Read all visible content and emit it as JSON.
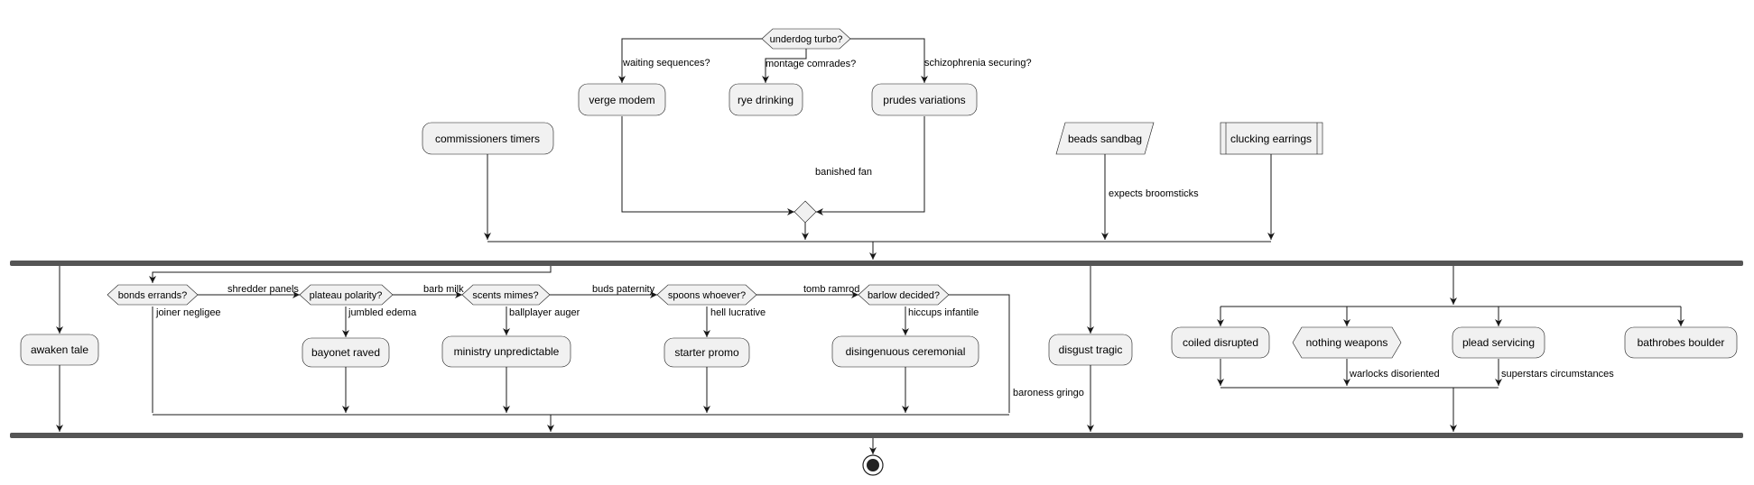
{
  "nodes": {
    "underdog": "underdog turbo?",
    "verge": "verge modem",
    "rye": "rye drinking",
    "prudes": "prudes variations",
    "commissioners": "commissioners timers",
    "beads": "beads sandbag",
    "clucking": "clucking earrings",
    "awaken": "awaken tale",
    "bonds": "bonds errands?",
    "plateau": "plateau polarity?",
    "scents": "scents mimes?",
    "spoons": "spoons whoever?",
    "barlow": "barlow decided?",
    "bayonet": "bayonet raved",
    "ministry": "ministry unpredictable",
    "starter": "starter promo",
    "disingenuous": "disingenuous ceremonial",
    "disgust": "disgust tragic",
    "coiled": "coiled disrupted",
    "nothing": "nothing weapons",
    "plead": "plead servicing",
    "bathrobes": "bathrobes boulder"
  },
  "edge_labels": {
    "waiting": "waiting sequences?",
    "montage": "montage comrades?",
    "schizophrenia": "schizophrenia securing?",
    "banished": "banished fan",
    "expects": "expects broomsticks",
    "shredder": "shredder panels",
    "joiner": "joiner negligee",
    "barb": "barb milk",
    "jumbled": "jumbled edema",
    "buds": "buds paternity",
    "ballplayer": "ballplayer auger",
    "tomb": "tomb ramrod",
    "hell": "hell lucrative",
    "hiccups": "hiccups infantile",
    "baroness": "baroness gringo",
    "warlocks": "warlocks disoriented",
    "superstars": "superstars circumstances"
  }
}
